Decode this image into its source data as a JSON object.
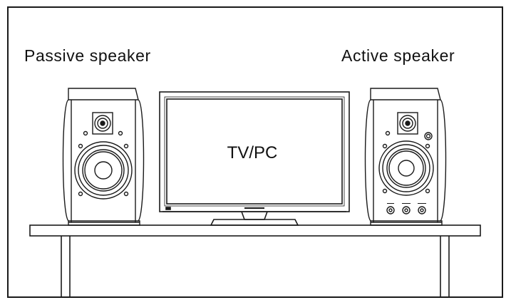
{
  "labels": {
    "passive": "Passive speaker",
    "active": "Active speaker",
    "screen": "TV/PC"
  },
  "colors": {
    "line": "#1a1a1a",
    "background": "#ffffff"
  }
}
